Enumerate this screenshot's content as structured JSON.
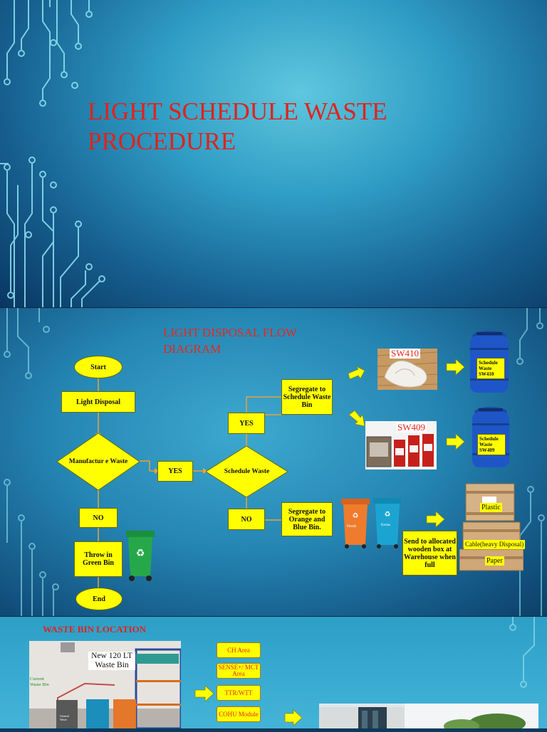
{
  "slide1": {
    "title": "LIGHT SCHEDULE WASTE PROCEDURE"
  },
  "slide2": {
    "title": "LIGHT DISPOSAL FLOW DIAGRAM",
    "nodes": {
      "start": "Start",
      "light_disposal": "Light Disposal",
      "manufacture_waste": "Manufactur e Waste",
      "yes_1": "YES",
      "schedule_waste": "Schedule Waste",
      "yes_2": "YES",
      "no_1": "NO",
      "no_2": "NO",
      "segregate_schedule": "Segregate to Schedule Waste Bin",
      "segregate_orange_blue": "Segregate to Orange and Blue Bin.",
      "throw_green": "Throw in Green Bin",
      "end": "End",
      "send_wooden_box": "Send to allocated wooden box at Warehouse when full"
    },
    "tags": {
      "sw410": "SW410",
      "sw409": "SW409",
      "drum1": "Schedule Waste SW410",
      "drum2": "Schedule Waste SW409",
      "plastic": "Plastic",
      "cable": "Cable(heavy Disposal)",
      "paper": "Paper",
      "bin_plastik": "Plastik",
      "bin_kertas": "Kertas"
    }
  },
  "slide3": {
    "title": "WASTE BIN LOCATION",
    "new_bin_label": "New 120 LT Waste Bin",
    "current_bin_label": "Current Waste Bin",
    "general_waste": "General Waste",
    "areas": [
      "CH Area",
      "SENSE+/ MCT Area",
      "TTR/WTT",
      "COHU Module"
    ]
  }
}
